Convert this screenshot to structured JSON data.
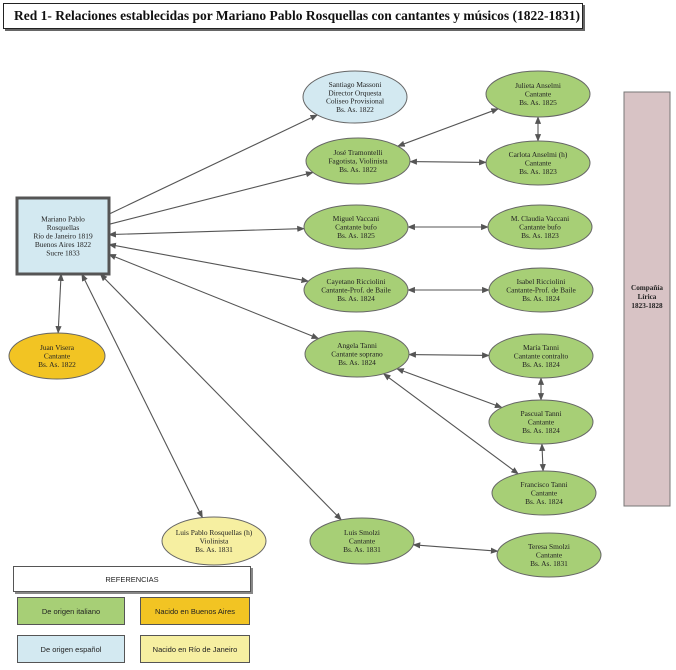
{
  "title": "Red 1- Relaciones establecidas por Mariano Pablo Rosquellas con cantantes y músicos (1822-1831)",
  "colors": {
    "italian": "#a7cf76",
    "buenos_aires": "#f2c423",
    "spanish": "#d3e9f1",
    "rio": "#f6efa1",
    "company": "#d8c3c5",
    "edge": "#555555"
  },
  "nodes": [
    {
      "id": "rosquellas",
      "color": "spanish",
      "shape": "rect",
      "lines": [
        "Mariano Pablo",
        "Rosquellas",
        "Río de Janeiro 1819",
        "Buenos Aires 1822",
        "Sucre 1833"
      ]
    },
    {
      "id": "mosconi",
      "color": "spanish",
      "shape": "ellipse",
      "lines": [
        "Santiago Massoni",
        "Director Orquesta",
        "Coliseo Provisional",
        "Bs. As. 1822"
      ]
    },
    {
      "id": "juliet",
      "color": "italian",
      "shape": "ellipse",
      "lines": [
        "Julieta Anselmi",
        "Cantante",
        "Bs. As. 1825"
      ]
    },
    {
      "id": "tramontelli",
      "color": "italian",
      "shape": "ellipse",
      "lines": [
        "José Tramontelli",
        "Fagotista, Violinista",
        "Bs. As. 1822"
      ]
    },
    {
      "id": "carlota",
      "color": "italian",
      "shape": "ellipse",
      "lines": [
        "Carlota Anselmi (h)",
        "Cantante",
        "Bs. As. 1823"
      ]
    },
    {
      "id": "vaccani",
      "color": "italian",
      "shape": "ellipse",
      "lines": [
        "Miguel Vaccani",
        "Cantante bufo",
        "Bs. As. 1825"
      ]
    },
    {
      "id": "mvaccani",
      "color": "italian",
      "shape": "ellipse",
      "lines": [
        "M. Claudia Vaccani",
        "Cantante bufo",
        "Bs. As. 1823"
      ]
    },
    {
      "id": "cayetano",
      "color": "italian",
      "shape": "ellipse",
      "lines": [
        "Cayetano Ricciolini",
        "Cantante-Prof. de Baile",
        "Bs. As. 1824"
      ]
    },
    {
      "id": "isabel",
      "color": "italian",
      "shape": "ellipse",
      "lines": [
        "Isabel Ricciolini",
        "Cantante-Prof. de Baile",
        "Bs. As. 1824"
      ]
    },
    {
      "id": "angela",
      "color": "italian",
      "shape": "ellipse",
      "lines": [
        "Angela Tanni",
        "Cantante soprano",
        "Bs. As. 1824"
      ]
    },
    {
      "id": "maria",
      "color": "italian",
      "shape": "ellipse",
      "lines": [
        "María Tanni",
        "Cantante contralto",
        "Bs. As. 1824"
      ]
    },
    {
      "id": "pascual",
      "color": "italian",
      "shape": "ellipse",
      "lines": [
        "Pascual Tanni",
        "Cantante",
        "Bs. As. 1824"
      ]
    },
    {
      "id": "francisco",
      "color": "italian",
      "shape": "ellipse",
      "lines": [
        "Francisco Tanni",
        "Cantante",
        "Bs. As. 1824"
      ]
    },
    {
      "id": "juan",
      "color": "buenos_aires",
      "shape": "ellipse",
      "lines": [
        "Juan Visera",
        "Cantante",
        "Bs. As. 1822"
      ]
    },
    {
      "id": "luisr",
      "color": "rio",
      "shape": "ellipse",
      "lines": [
        "Luis Pablo Rosquellas (h)",
        "Violinista",
        "Bs. As. 1831"
      ]
    },
    {
      "id": "luiss",
      "color": "italian",
      "shape": "ellipse",
      "lines": [
        "Luis Smolzi",
        "Cantante",
        "Bs. As. 1831"
      ]
    },
    {
      "id": "teresa",
      "color": "italian",
      "shape": "ellipse",
      "lines": [
        "Teresa Smolzi",
        "Cantante",
        "Bs. As. 1831"
      ]
    }
  ],
  "company": {
    "lines": [
      "Compañía",
      "Lírica",
      "1823-1828"
    ]
  },
  "legend": {
    "title": "REFERENCIAS",
    "items": [
      {
        "id": "italian",
        "label": "De origen italiano"
      },
      {
        "id": "buenos_aires",
        "label": "Nacido en Buenos Aires"
      },
      {
        "id": "spanish",
        "label": "De origen español"
      },
      {
        "id": "rio",
        "label": "Nacido en Río de Janeiro"
      }
    ]
  }
}
